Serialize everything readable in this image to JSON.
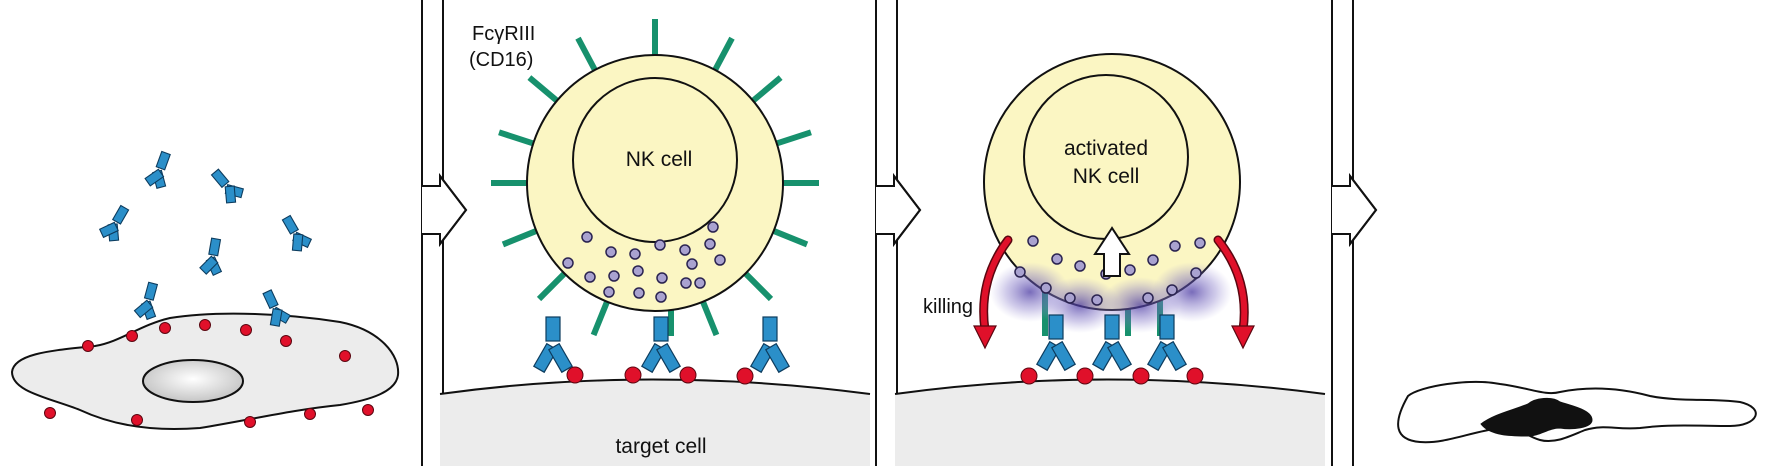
{
  "labels": {
    "receptor_line1": "FcγRIII",
    "receptor_line2": "(CD16)",
    "nk_cell": "NK cell",
    "activated_line1": "activated",
    "activated_line2": "NK cell",
    "killing": "killing",
    "target_cell": "target cell"
  },
  "colors": {
    "cell_fill": "#fbf6c3",
    "target_fill": "#ececec",
    "antibody": "#2b8fc9",
    "antigen": "#e0102a",
    "receptor": "#17916d",
    "granule": "#a9a2d0",
    "arrow": "#e0102a",
    "cloud": "#6a5cb5",
    "debris": "#111111"
  },
  "icons": [
    "antibody-icon",
    "antigen-icon",
    "fc-receptor-icon",
    "granule-icon",
    "killing-arrow-icon",
    "step-arrow-icon"
  ]
}
